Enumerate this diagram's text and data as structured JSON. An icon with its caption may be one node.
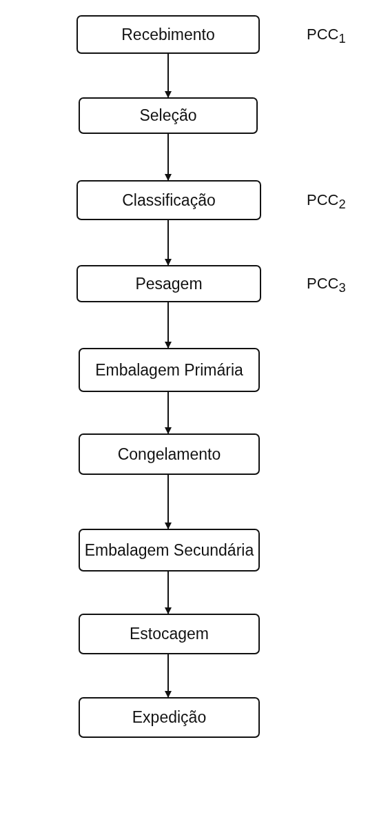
{
  "diagram": {
    "nodes": [
      {
        "text": [
          "Recebimento"
        ],
        "beside": [
          "PCC$_{1}$"
        ]
      },
      {
        "text": [
          "Seleção"
        ]
      },
      {
        "text": [
          "Classificação"
        ],
        "beside": [
          "PCC$_{2}$"
        ]
      },
      {
        "text": [
          "Pesagem"
        ],
        "beside": [
          "PCC$_{3}$"
        ]
      },
      {
        "text": [
          "Embalagem Primária"
        ]
      },
      {
        "text": [
          "Congelamento"
        ]
      },
      {
        "text": [
          "Embalagem Secundária"
        ]
      },
      {
        "text": [
          "Estocagem"
        ]
      },
      {
        "text": [
          "Expedição"
        ]
      }
    ],
    "edges": [
      {
        "from": 0,
        "to": 1,
        "arrow": "to"
      },
      {
        "from": 1,
        "to": 2,
        "arrow": "to"
      },
      {
        "from": 2,
        "to": 3,
        "arrow": "to"
      },
      {
        "from": 3,
        "to": 4,
        "arrow": "to"
      },
      {
        "from": 4,
        "to": 5,
        "arrow": "to"
      },
      {
        "from": 5,
        "to": 6,
        "arrow": "to"
      },
      {
        "from": 6,
        "to": 7,
        "arrow": "to"
      },
      {
        "from": 7,
        "to": 8,
        "arrow": "to"
      }
    ]
  }
}
